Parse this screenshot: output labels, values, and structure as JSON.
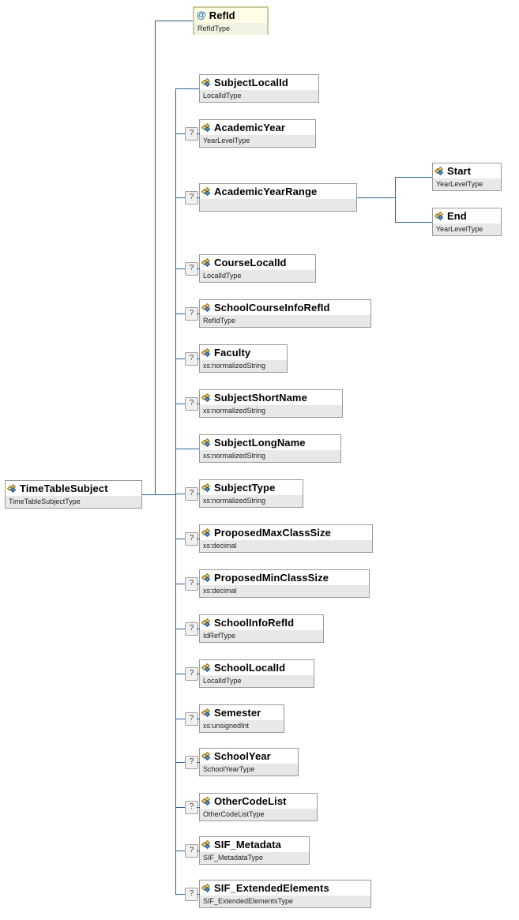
{
  "diagram": {
    "kind": "xsd-schema-tree",
    "root": {
      "name": "TimeTableSubject",
      "type": "TimeTableSubjectType",
      "icon": "element-icon"
    },
    "attribute": {
      "name": "RefId",
      "type": "RefIdType",
      "icon": "attribute-icon",
      "marker": "@"
    },
    "optional_marker": "?",
    "children": [
      {
        "name": "SubjectLocalId",
        "type": "LocalIdType",
        "optional": false,
        "icon": "element-icon"
      },
      {
        "name": "AcademicYear",
        "type": "YearLevelType",
        "optional": true,
        "icon": "element-icon"
      },
      {
        "name": "AcademicYearRange",
        "type": "",
        "optional": true,
        "icon": "element-icon"
      },
      {
        "name": "CourseLocalId",
        "type": "LocalIdType",
        "optional": true,
        "icon": "element-icon"
      },
      {
        "name": "SchoolCourseInfoRefId",
        "type": "RefIdType",
        "optional": true,
        "icon": "element-icon"
      },
      {
        "name": "Faculty",
        "type": "xs:normalizedString",
        "optional": true,
        "icon": "element-icon"
      },
      {
        "name": "SubjectShortName",
        "type": "xs:normalizedString",
        "optional": true,
        "icon": "element-icon"
      },
      {
        "name": "SubjectLongName",
        "type": "xs:normalizedString",
        "optional": false,
        "icon": "element-icon"
      },
      {
        "name": "SubjectType",
        "type": "xs:normalizedString",
        "optional": true,
        "icon": "element-icon"
      },
      {
        "name": "ProposedMaxClassSize",
        "type": "xs:decimal",
        "optional": true,
        "icon": "element-icon"
      },
      {
        "name": "ProposedMinClassSize",
        "type": "xs:decimal",
        "optional": true,
        "icon": "element-icon"
      },
      {
        "name": "SchoolInfoRefId",
        "type": "IdRefType",
        "optional": true,
        "icon": "element-icon"
      },
      {
        "name": "SchoolLocalId",
        "type": "LocalIdType",
        "optional": true,
        "icon": "element-icon"
      },
      {
        "name": "Semester",
        "type": "xs:unsignedInt",
        "optional": true,
        "icon": "element-icon"
      },
      {
        "name": "SchoolYear",
        "type": "SchoolYearType",
        "optional": true,
        "icon": "element-icon"
      },
      {
        "name": "OtherCodeList",
        "type": "OtherCodeListType",
        "optional": true,
        "icon": "element-icon"
      },
      {
        "name": "SIF_Metadata",
        "type": "SIF_MetadataType",
        "optional": true,
        "icon": "element-icon"
      },
      {
        "name": "SIF_ExtendedElements",
        "type": "SIF_ExtendedElementsType",
        "optional": true,
        "icon": "element-icon"
      }
    ],
    "grandchildren": [
      {
        "name": "Start",
        "type": "YearLevelType",
        "optional": false,
        "icon": "element-icon"
      },
      {
        "name": "End",
        "type": "YearLevelType",
        "optional": false,
        "icon": "element-icon"
      }
    ],
    "colors": {
      "connector": "#2a6099",
      "node_fill": "#e8e8e8",
      "node_border": "#9a9a9a",
      "attr_border": "#c9c99a",
      "attr_fill": "#ffffe8"
    }
  }
}
